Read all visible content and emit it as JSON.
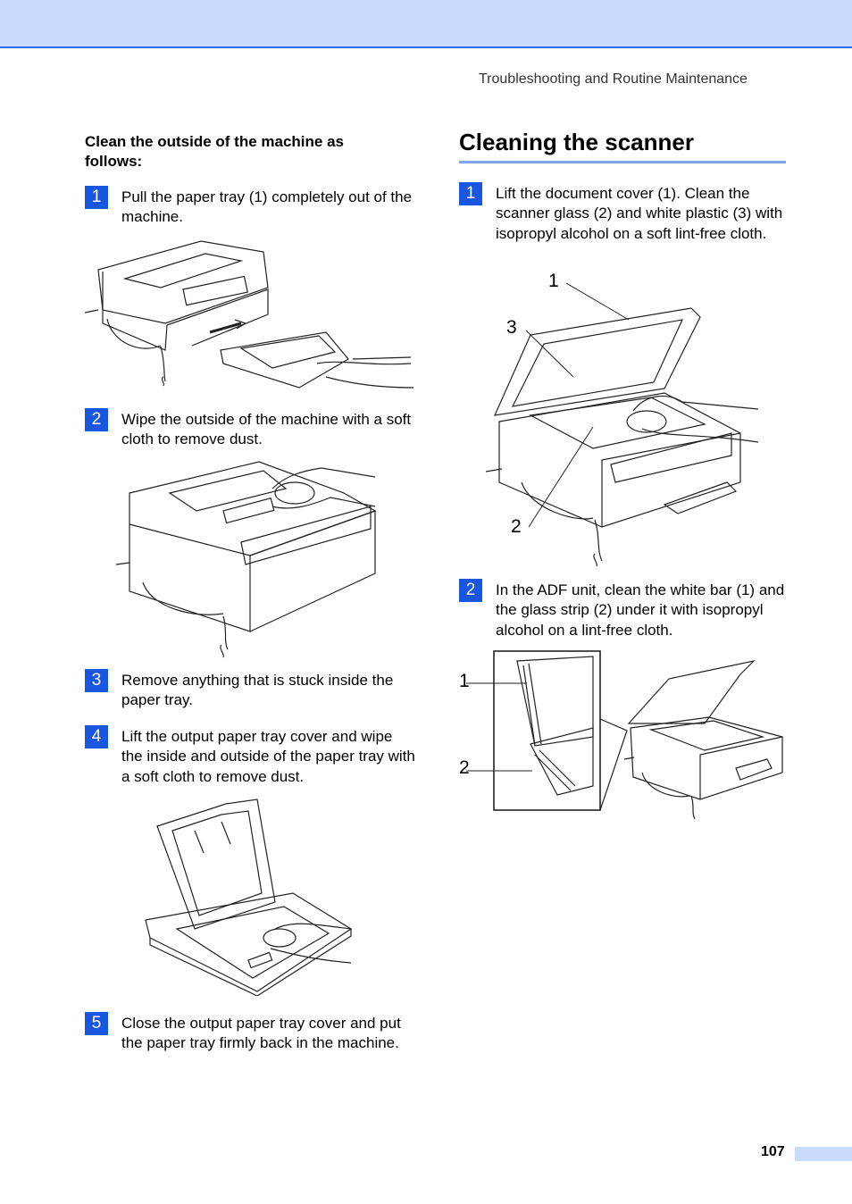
{
  "header": {
    "running_title": "Troubleshooting and Routine Maintenance"
  },
  "left": {
    "subheading": "Clean the outside of the machine as follows:",
    "steps": [
      {
        "num": "1",
        "text": "Pull the paper tray (1) completely out of the machine."
      },
      {
        "num": "2",
        "text": "Wipe the outside of the machine with a soft cloth to remove dust."
      },
      {
        "num": "3",
        "text": "Remove anything that is stuck inside the paper tray."
      },
      {
        "num": "4",
        "text": "Lift the output paper tray cover and wipe the inside and outside of the paper tray with a soft cloth to remove dust."
      },
      {
        "num": "5",
        "text": "Close the output paper tray cover and put the paper tray firmly back in the machine."
      }
    ]
  },
  "right": {
    "title": "Cleaning the scanner",
    "steps": [
      {
        "num": "1",
        "text": "Lift the document cover (1). Clean the scanner glass (2) and white plastic (3) with isopropyl alcohol on a soft lint-free cloth."
      },
      {
        "num": "2",
        "text": "In the ADF unit, clean the white bar (1) and the glass strip (2) under it with isopropyl alcohol on a lint-free cloth."
      }
    ],
    "figure1_callouts": [
      "1",
      "3",
      "2"
    ],
    "figure2_callouts": [
      "1",
      "2"
    ]
  },
  "footer": {
    "page_number": "107"
  },
  "colors": {
    "header_band": "#c9dcff",
    "header_rule": "#2e6be6",
    "step_badge": "#1a57e0",
    "title_rule": "#7fa8f0"
  }
}
